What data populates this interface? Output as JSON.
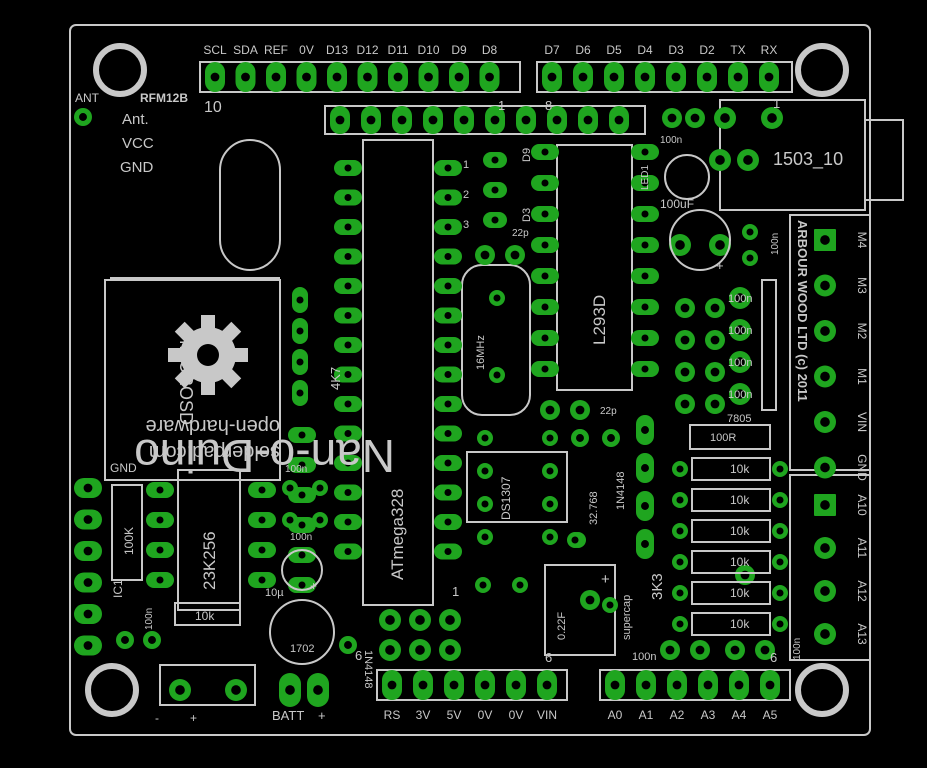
{
  "colors": {
    "background": "#000000",
    "silkscreen": "#c8c8c8",
    "pad": "#1fa51f",
    "drill": "#000000",
    "mounting_hole": "#c8c8c8"
  },
  "headers": {
    "top_left_labels": [
      "SCL",
      "SDA",
      "REF",
      "0V",
      "D13",
      "D12",
      "D11",
      "D10",
      "D9",
      "D8"
    ],
    "top_right_labels": [
      "D7",
      "D6",
      "D5",
      "D4",
      "D3",
      "D2",
      "TX",
      "RX"
    ],
    "bottom_power_labels": [
      "RS",
      "3V",
      "5V",
      "0V",
      "0V",
      "VIN"
    ],
    "bottom_analog_labels": [
      "A0",
      "A1",
      "A2",
      "A3",
      "A4",
      "A5"
    ],
    "right_motor_labels": [
      "M4",
      "M3",
      "M2",
      "M1",
      "VIN",
      "GND"
    ],
    "right_analog_labels": [
      "A10",
      "A11",
      "A12",
      "A13"
    ]
  },
  "labels": {
    "ant": "ANT",
    "rfm": "RFM12B",
    "ten": "10",
    "ant_dot": "Ant.",
    "vcc": "VCC",
    "gnd": "GND",
    "gnd_small": "GND",
    "board_name": "Nan-o-Duino",
    "osh_line1": "open-hardware",
    "osh_line2": "solderpad.com",
    "microsd": "MICROSD",
    "atmega": "ATmega328",
    "xtal": "16MHz",
    "ic_l293": "L293D",
    "ds1307": "DS1307",
    "xtal32": "32.768",
    "diode_1n4148_a": "1N4148",
    "diode_1n4148_b": "1N4148",
    "res_4k7": "4K7",
    "res_3k3": "3K3",
    "res_100k": "100K",
    "res_10k_left": "10k",
    "sram": "23K256",
    "ic_left": "IC1",
    "cap_100n_small": "100n",
    "cap_10u": "10µ",
    "batt": "BATT",
    "batt_model": "1702",
    "cap_022f": "0.22F",
    "supercap": "supercap",
    "power_jack": "1503_10",
    "cap_100uf": "100uF",
    "led": "LED1",
    "reg": "7805",
    "res_100r": "100R",
    "res_10k": "10k",
    "cap_22p": "22p",
    "d3": "D3",
    "d9": "D9",
    "copyright_vertical": "ARBOUR WOOD LTD (c) 2011",
    "num_one": "1",
    "num_eight": "8",
    "num_six": "6",
    "num_three": "3",
    "num_two": "2",
    "minus": "-",
    "plus": "+"
  }
}
